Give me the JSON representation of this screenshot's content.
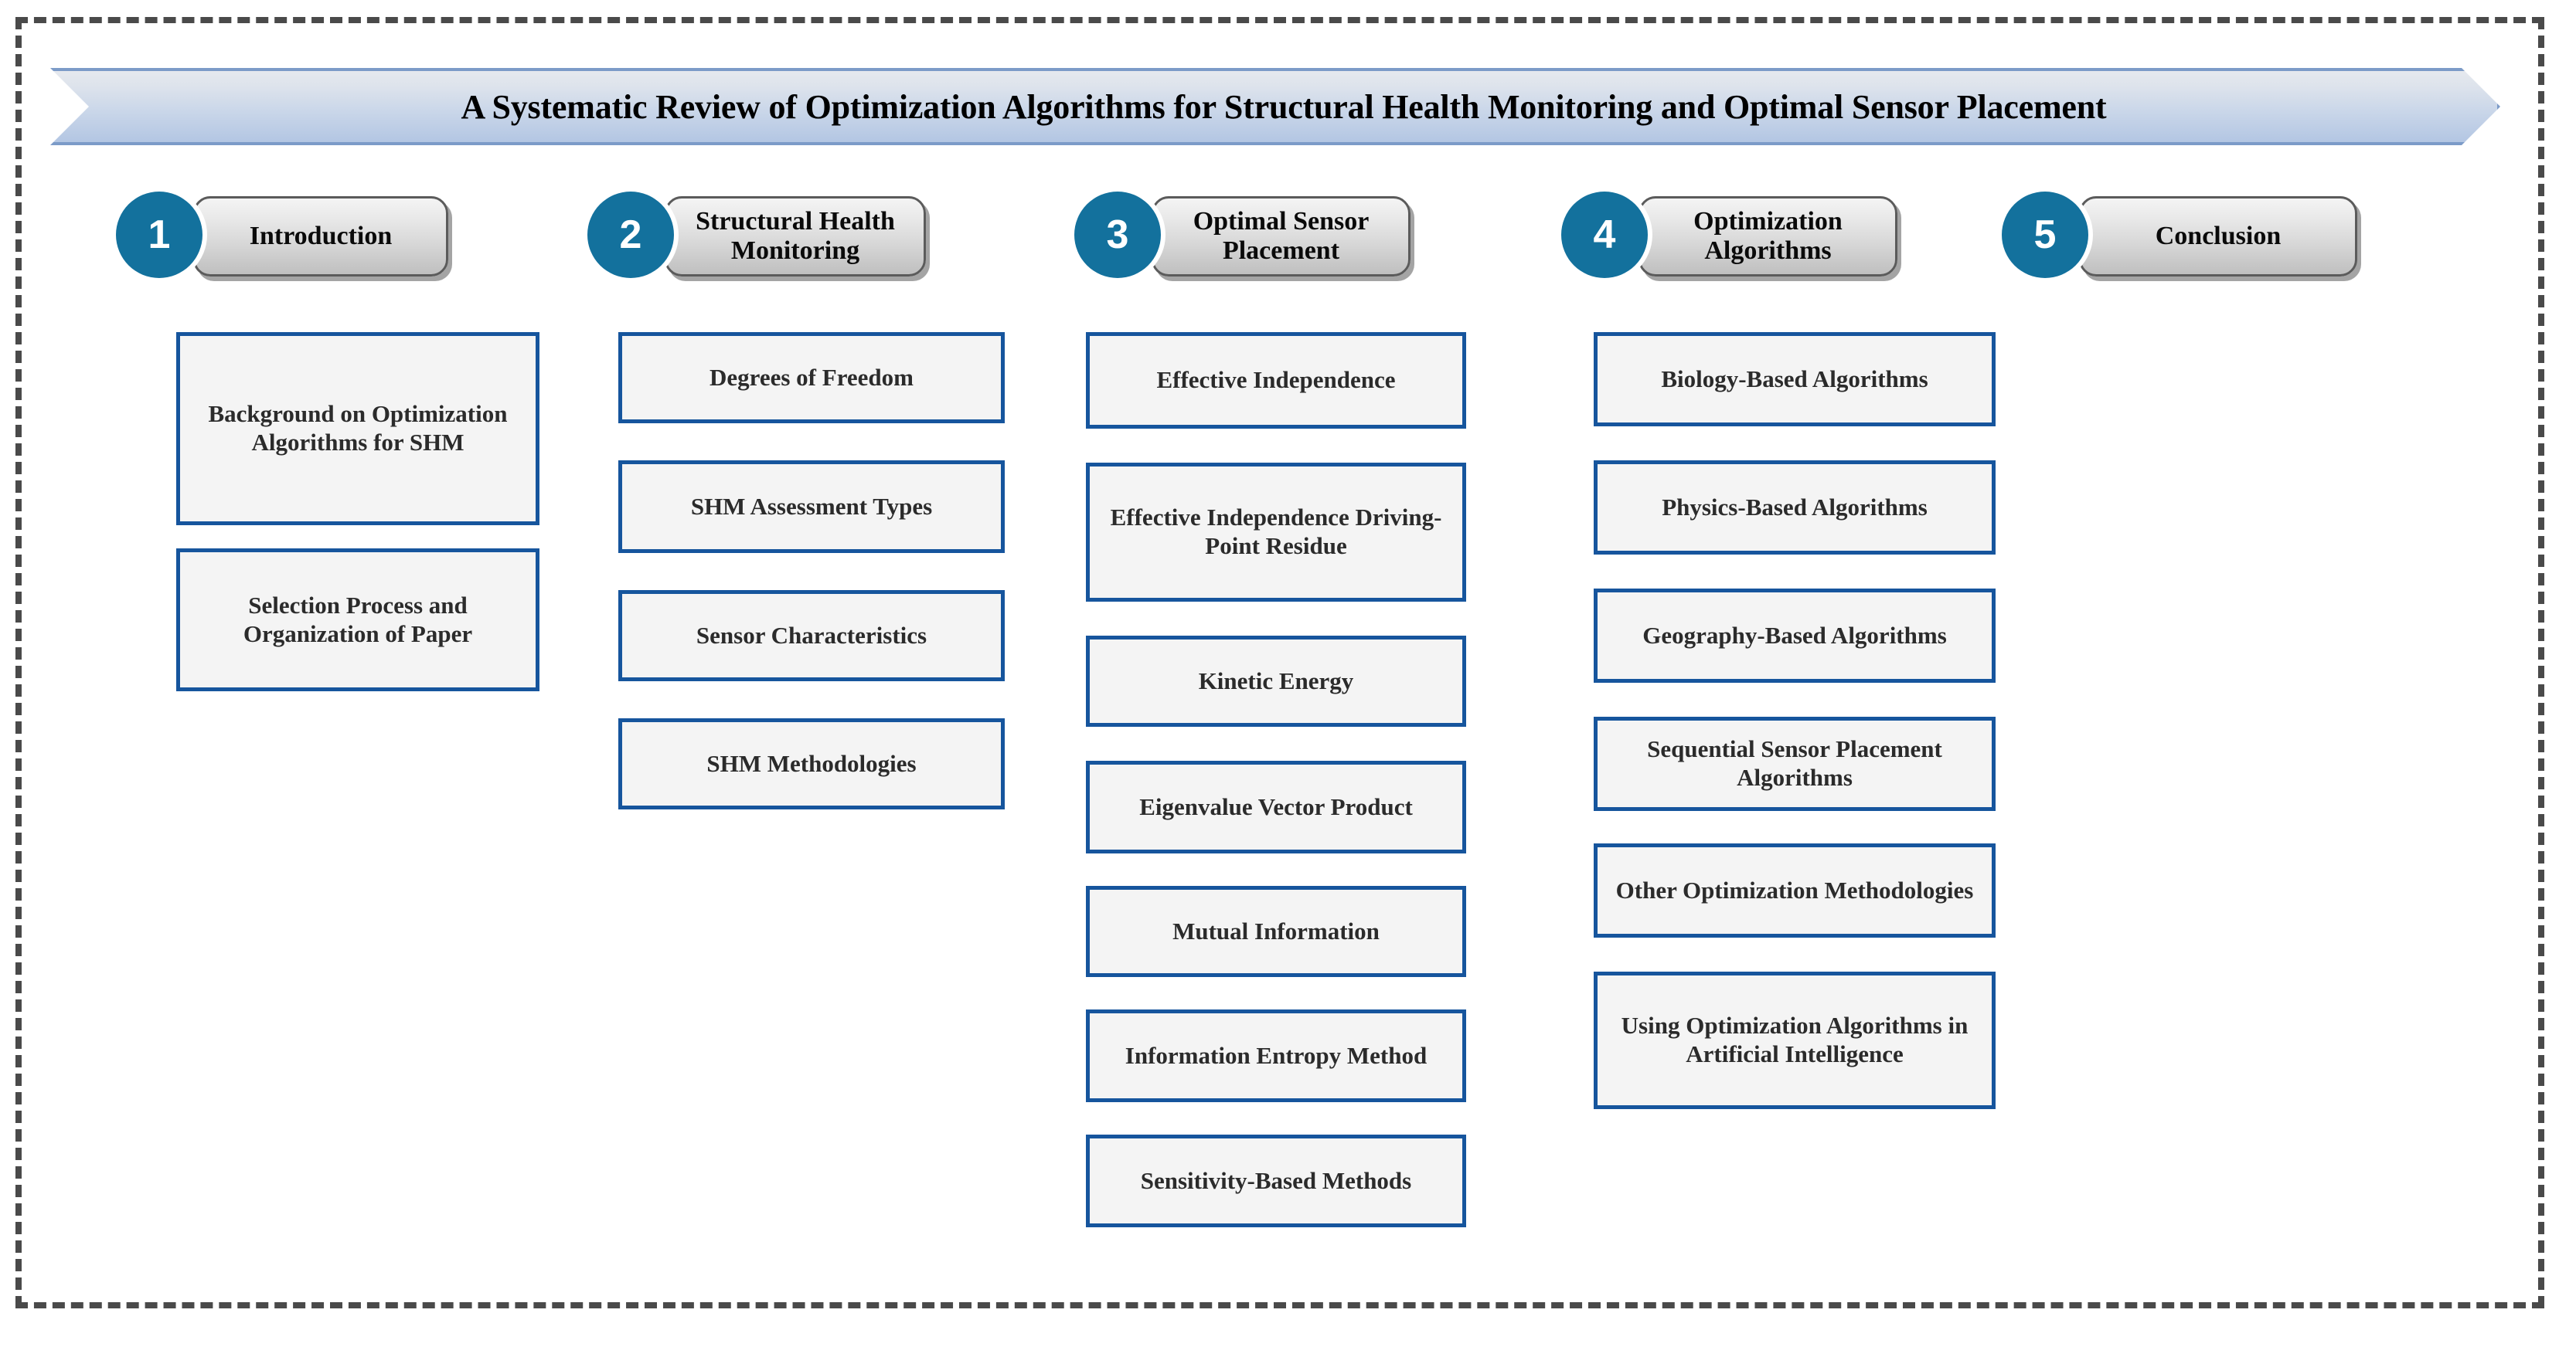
{
  "frame": {
    "style": "dashed-border"
  },
  "title": {
    "text": "A Systematic Review of Optimization Algorithms for Structural Health Monitoring and Optimal Sensor Placement",
    "banner_shape": "chevron",
    "gradient_top": "#E6E9EE",
    "gradient_bottom": "#B3C6E3",
    "border_color": "#7C9BC8"
  },
  "theme": {
    "badge_color": "#13719D",
    "badge_text_color": "#FFFFFF",
    "pill_border": "#5B5B5B",
    "box_border": "#16559D",
    "box_fill": "#F4F4F4",
    "box_text": "#2B2B2B"
  },
  "sections": [
    {
      "number": "1",
      "label": "Introduction",
      "items": [
        "Background on Optimization Algorithms for SHM",
        "Selection Process and Organization of Paper"
      ]
    },
    {
      "number": "2",
      "label": "Structural Health Monitoring",
      "items": [
        "Degrees of Freedom",
        "SHM Assessment Types",
        "Sensor Characteristics",
        "SHM Methodologies"
      ]
    },
    {
      "number": "3",
      "label": "Optimal Sensor Placement",
      "items": [
        "Effective Independence",
        "Effective Independence Driving-Point Residue",
        "Kinetic Energy",
        "Eigenvalue Vector Product",
        "Mutual Information",
        "Information Entropy Method",
        "Sensitivity-Based Methods"
      ]
    },
    {
      "number": "4",
      "label": "Optimization Algorithms",
      "items": [
        "Biology-Based Algorithms",
        "Physics-Based Algorithms",
        "Geography-Based Algorithms",
        "Sequential Sensor Placement Algorithms",
        "Other Optimization Methodologies",
        "Using Optimization Algorithms in Artificial Intelligence"
      ]
    },
    {
      "number": "5",
      "label": "Conclusion",
      "items": []
    }
  ]
}
